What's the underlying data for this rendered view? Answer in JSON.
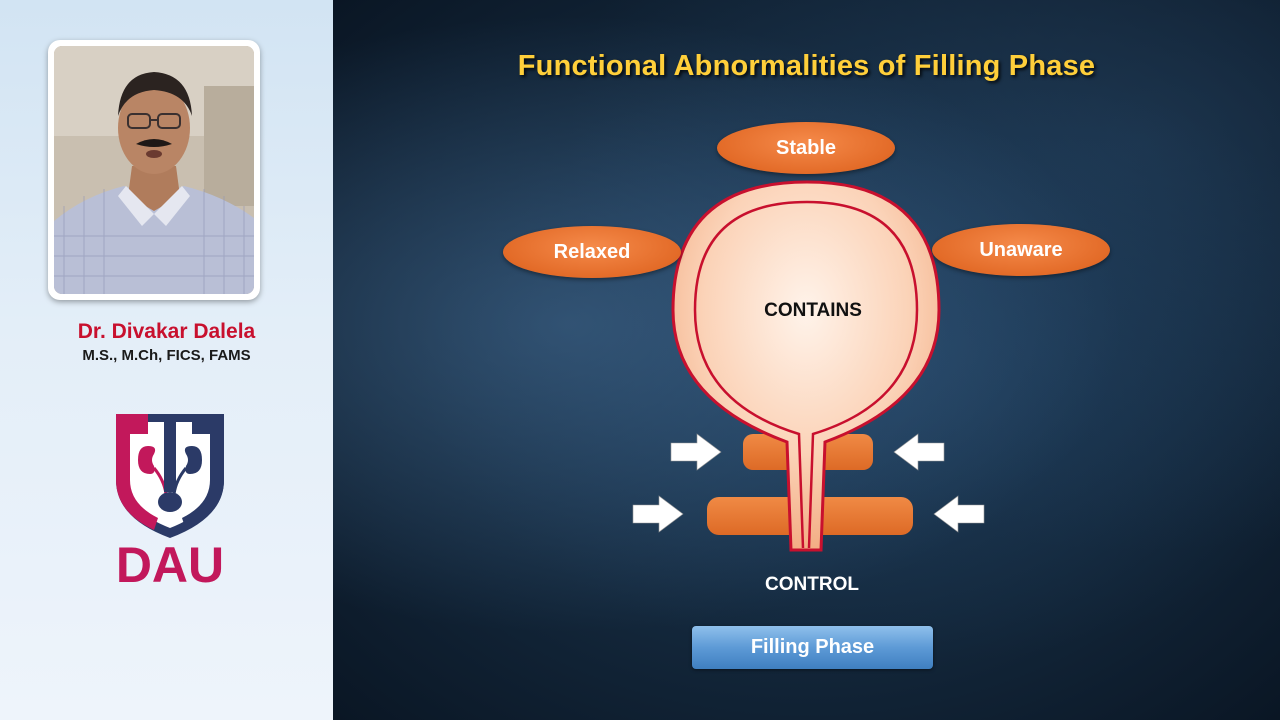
{
  "presenter": {
    "name": "Dr. Divakar Dalela",
    "degrees": "M.S., M.Ch, FICS, FAMS"
  },
  "logo": {
    "text": "DAU"
  },
  "slide": {
    "title": "Functional Abnormalities of Filling Phase",
    "ovals": {
      "top": "Stable",
      "left": "Relaxed",
      "right": "Unaware"
    },
    "bladder_label": "CONTAINS",
    "sphincter_label": "CONTROL",
    "phase_label": "Filling Phase"
  },
  "colors": {
    "title": "#ffcf3a",
    "oval": "#e36b28",
    "bladder_outline": "#c8102e",
    "phase_box": "#5d9ad6",
    "presenter_name": "#c8102e",
    "logo_pink": "#c2185b",
    "logo_navy": "#2b3a67"
  },
  "icons": [
    "arrow-right-icon",
    "arrow-left-icon",
    "kidney-icon"
  ]
}
